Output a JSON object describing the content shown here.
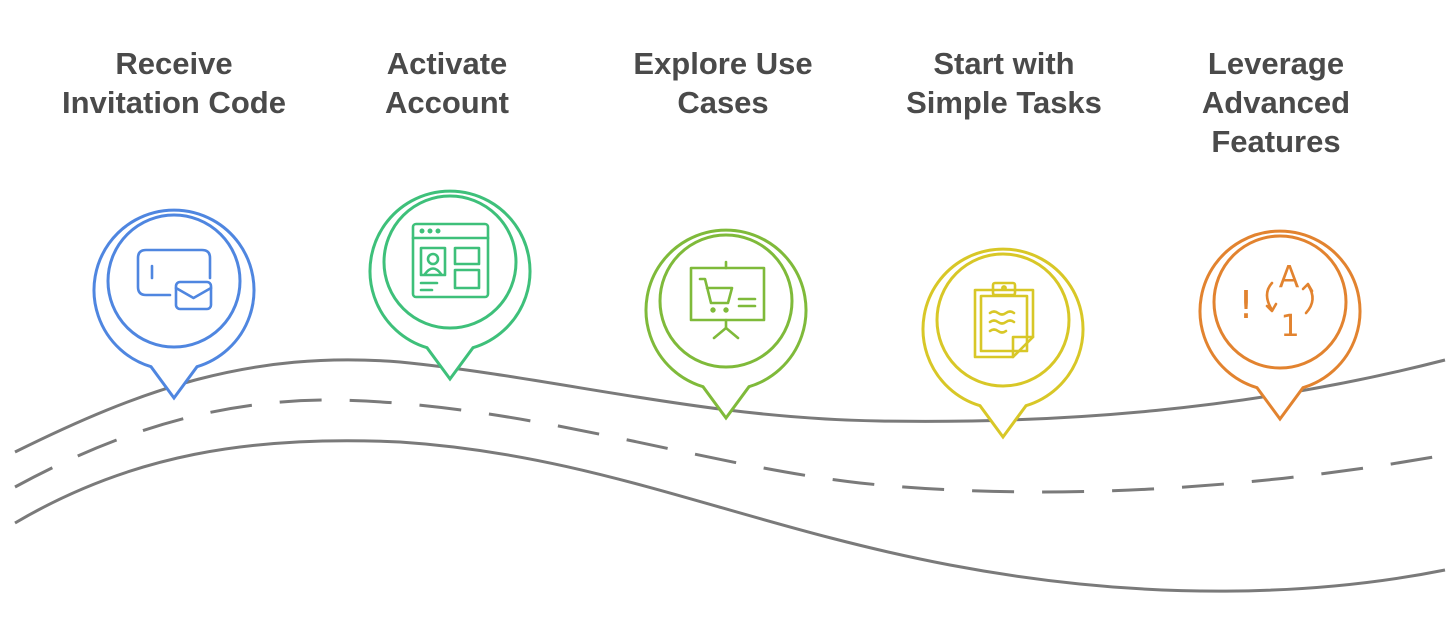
{
  "steps": [
    {
      "label": "Receive\nInvitation Code",
      "color": "#4f86e0",
      "icon": "envelope-icon"
    },
    {
      "label": "Activate\nAccount",
      "color": "#3ec07a",
      "icon": "browser-profile-icon"
    },
    {
      "label": "Explore Use\nCases",
      "color": "#7fba3a",
      "icon": "presentation-cart-icon"
    },
    {
      "label": "Start with\nSimple Tasks",
      "color": "#d8c727",
      "icon": "clipboard-icon"
    },
    {
      "label": "Leverage\nAdvanced\nFeatures",
      "color": "#e2832f",
      "icon": "transform-a-to-1-icon"
    }
  ],
  "icon_text": {
    "exclaim": "!",
    "letter": "A",
    "digit": "1"
  },
  "road_color": "#7a7a7a"
}
